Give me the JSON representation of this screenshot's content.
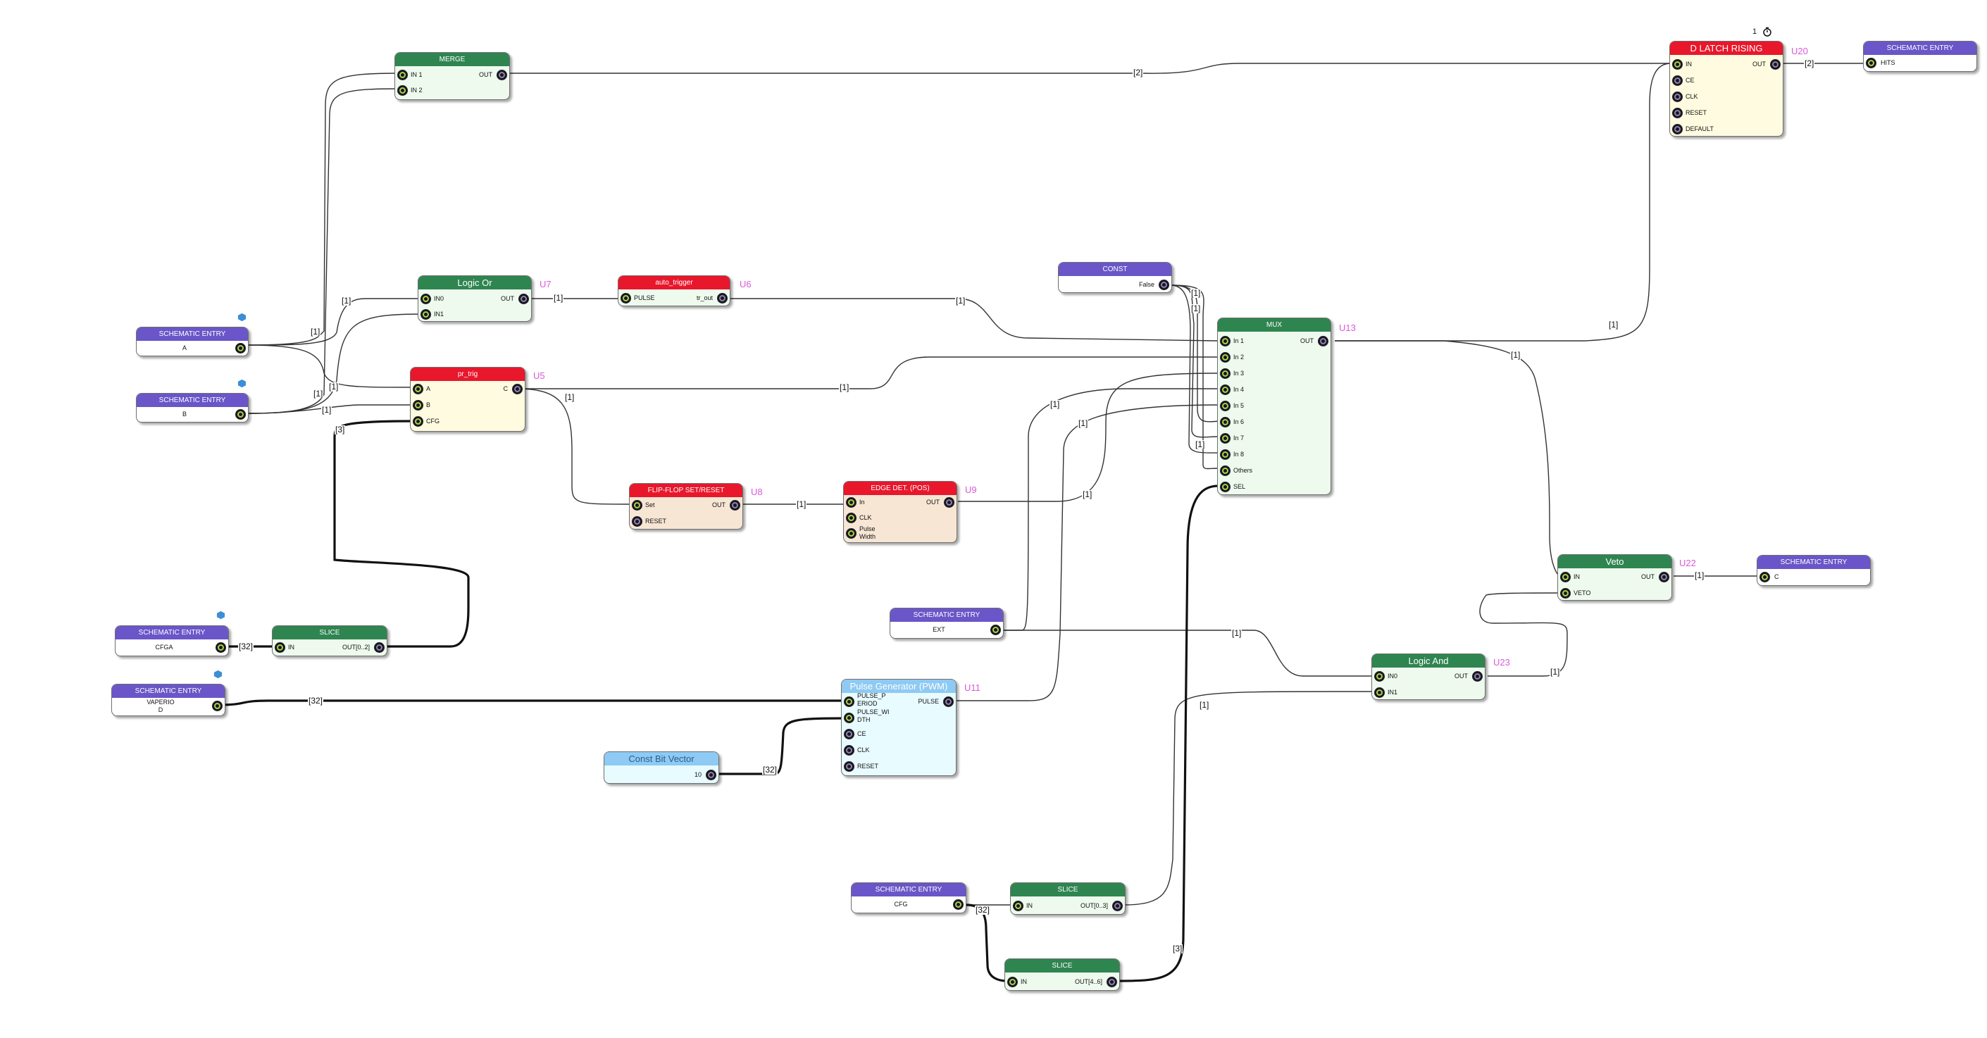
{
  "colors": {
    "entry_header": "#6a56c8",
    "green_header": "#2f8550",
    "red_header": "#e8172c",
    "blue_header": "#8ecaf3",
    "label_pink": "#d85ad8"
  },
  "blocks": {
    "merge": {
      "title": "MERGE",
      "pins": [
        "IN 1",
        "IN 2",
        "OUT"
      ]
    },
    "logic_or": {
      "title": "Logic Or",
      "inst": "U7",
      "pins": [
        "IN0",
        "IN1",
        "OUT"
      ]
    },
    "auto_trigger": {
      "title": "auto_trigger",
      "inst": "U6",
      "pins": [
        "PULSE",
        "tr_out"
      ]
    },
    "pr_trig": {
      "title": "pr_trig",
      "inst": "U5",
      "pins": [
        "A",
        "B",
        "CFG",
        "C"
      ]
    },
    "ff": {
      "title": "FLIP-FLOP SET/RESET",
      "inst": "U8",
      "pins": [
        "Set",
        "RESET",
        "OUT"
      ]
    },
    "edge": {
      "title": "EDGE DET. (POS)",
      "inst": "U9",
      "pins": [
        "In",
        "CLK",
        "Pulse Width",
        "OUT"
      ]
    },
    "const": {
      "title": "CONST",
      "value": "False"
    },
    "mux": {
      "title": "MUX",
      "inst": "U13",
      "pins": [
        "In 1",
        "In 2",
        "In 3",
        "In 4",
        "In 5",
        "In 6",
        "In 7",
        "In 8",
        "Others",
        "SEL",
        "OUT"
      ]
    },
    "dlatch": {
      "title": "D LATCH RISING",
      "inst": "U20",
      "pins": [
        "IN",
        "CE",
        "CLK",
        "RESET",
        "DEFAULT",
        "OUT"
      ]
    },
    "veto": {
      "title": "Veto",
      "inst": "U22",
      "pins": [
        "IN",
        "VETO",
        "OUT"
      ]
    },
    "logic_and": {
      "title": "Logic And",
      "inst": "U23",
      "pins": [
        "IN0",
        "IN1",
        "OUT"
      ]
    },
    "slice1": {
      "title": "SLICE",
      "pins": [
        "IN",
        "OUT[0..2]"
      ]
    },
    "pulse_gen": {
      "title": "Pulse Generator (PWM)",
      "inst": "U11",
      "pins": [
        "PULSE_P ERIOD",
        "PULSE_WI DTH",
        "CE",
        "CLK",
        "RESET",
        "PULSE"
      ]
    },
    "const_bv": {
      "title": "Const Bit Vector",
      "value": "10"
    },
    "slice2": {
      "title": "SLICE",
      "pins": [
        "IN",
        "OUT[0..3]"
      ]
    },
    "slice3": {
      "title": "SLICE",
      "pins": [
        "IN",
        "OUT[4..6]"
      ]
    }
  },
  "entries": {
    "a": {
      "title": "SCHEMATIC ENTRY",
      "value": "A"
    },
    "b": {
      "title": "SCHEMATIC ENTRY",
      "value": "B"
    },
    "cfga": {
      "title": "SCHEMATIC ENTRY",
      "value": "CFGA"
    },
    "vaperiod": {
      "title": "SCHEMATIC ENTRY",
      "value": "VAPERIO\nD"
    },
    "ext": {
      "title": "SCHEMATIC ENTRY",
      "value": "EXT"
    },
    "cfg": {
      "title": "SCHEMATIC ENTRY",
      "value": "CFG"
    },
    "hits": {
      "title": "SCHEMATIC ENTRY",
      "value": "HITS"
    },
    "c": {
      "title": "SCHEMATIC ENTRY",
      "value": "C"
    }
  },
  "wire_labels": {
    "merge_out": "[2]",
    "dlatch_out": "[2]",
    "a_l1": "[1]",
    "a_l2": "[1]",
    "a_l3": "[1]",
    "b_l1": "[1]",
    "b_l2": "[1]",
    "b_l3": "[3]",
    "or_out": "[1]",
    "auto_out": "[1]",
    "pr_out": "[1]",
    "pr_ff": "[1]",
    "ff_out": "[1]",
    "edge_out": "[1]",
    "const1": "[1]",
    "const2": "[1]",
    "const3": "[1]",
    "mux_hits": "[1]",
    "mux_veto": "[1]",
    "mux_ext_a": "[1]",
    "mux_ext_b": "[1]",
    "mux_pulse": "[1]",
    "veto_out": "[1]",
    "ext_and": "[1]",
    "and_out": "[1]",
    "slice2_and": "[1]",
    "cfga_slice": "[32]",
    "vaper": "[32]",
    "constbv": "[32]",
    "cfg_slice": "[32]",
    "slice3_sel": "[3]",
    "timer_count": "1"
  }
}
